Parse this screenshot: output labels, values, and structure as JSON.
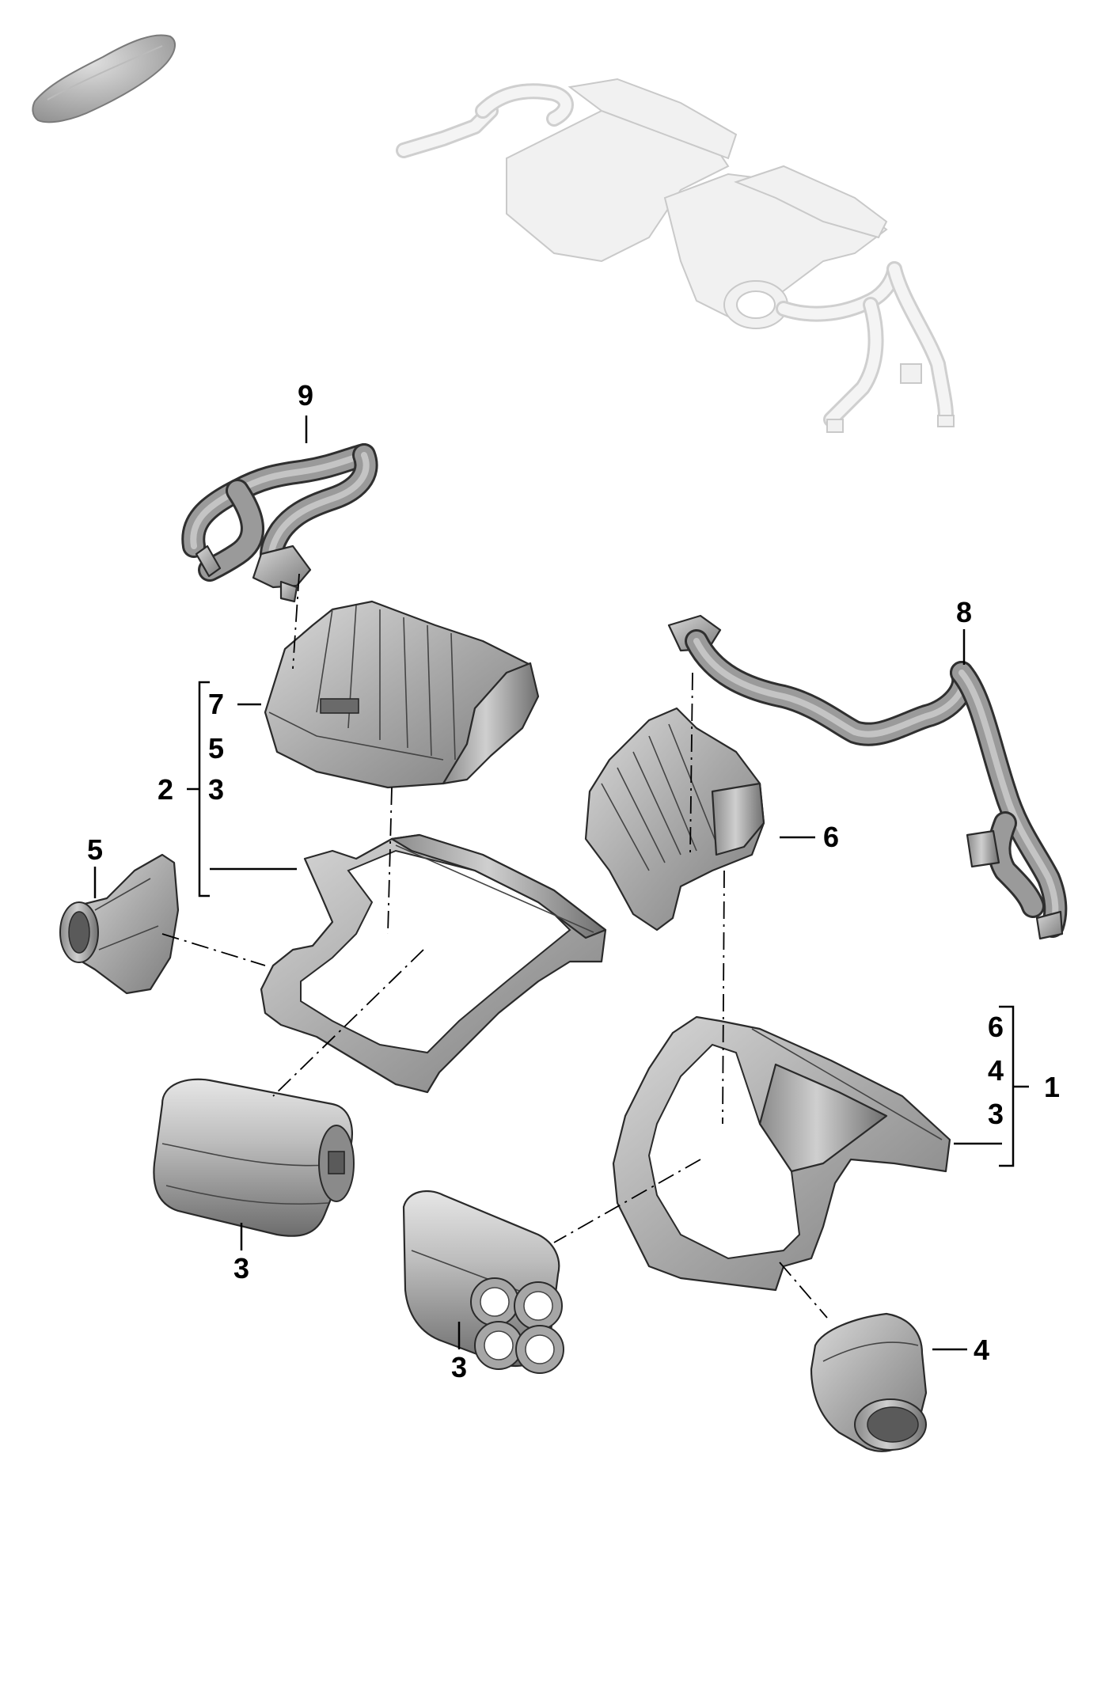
{
  "diagram": {
    "callouts": {
      "c9": "9",
      "c8": "8",
      "c7": "7",
      "c5a": "5",
      "c3a": "3",
      "c2": "2",
      "c5b": "5",
      "c6a": "6",
      "c6b": "6",
      "c4a": "4",
      "c3b": "3",
      "c1": "1",
      "c3c": "3",
      "c3d": "3",
      "c4b": "4"
    },
    "parts": [
      {
        "id": "car-silhouette"
      },
      {
        "id": "hvac-assembly-overview"
      },
      {
        "id": "hose-9"
      },
      {
        "id": "hose-8"
      },
      {
        "id": "housing-upper-left"
      },
      {
        "id": "housing-frame-left"
      },
      {
        "id": "intake-bellmouth-5"
      },
      {
        "id": "duct-6"
      },
      {
        "id": "housing-frame-right"
      },
      {
        "id": "filter-cartridge-3-left"
      },
      {
        "id": "filter-cartridge-3-right"
      },
      {
        "id": "intake-bellmouth-4"
      }
    ],
    "colors": {
      "line": "#000000",
      "part_fill": "#a8a8a8",
      "overview_fill": "#f1f1f1"
    }
  }
}
